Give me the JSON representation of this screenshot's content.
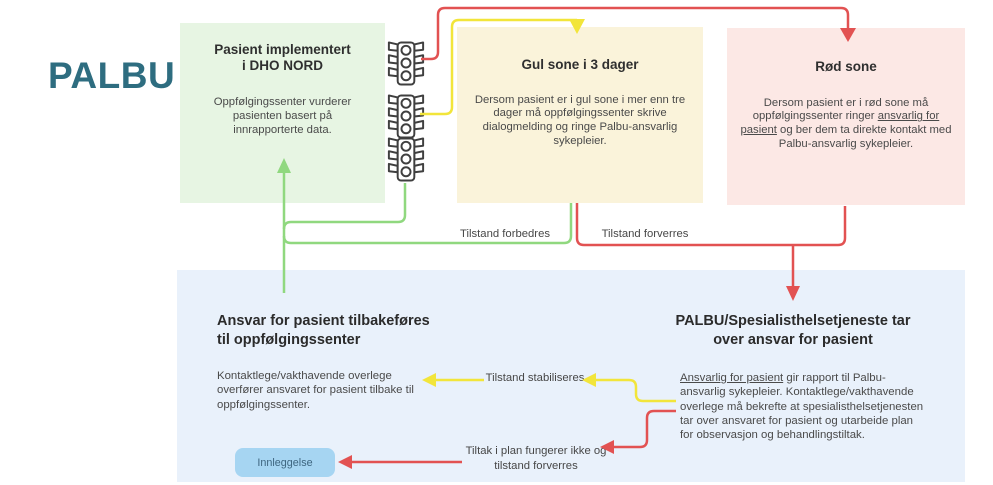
{
  "title": "PALBU",
  "colors": {
    "title_teal": "#2E6D80",
    "arrow_red": "#E25252",
    "arrow_yellow": "#F2E53A",
    "arrow_green": "#90D87F",
    "box_green_bg": "#E7F5E3",
    "box_yellow_bg": "#FAF3DA",
    "box_pink_bg": "#FCE8E5",
    "box_blue_bg": "#E9F1FB",
    "light_red": "#E42521",
    "light_amber": "#F2A91C",
    "light_green": "#72B747",
    "button_bg": "#A6D5F2",
    "button_text": "#3D657F"
  },
  "icons": {
    "traffic_lights": [
      "traffic-light-red-icon",
      "traffic-light-yellow-icon",
      "traffic-light-green-icon"
    ]
  },
  "green_box": {
    "heading_line1": "Pasient implementert",
    "heading_line2": "i DHO NORD",
    "body": "Oppfølgingssenter vurderer pasienten basert på innrapporterte data."
  },
  "yellow_box": {
    "heading": "Gul sone i 3 dager",
    "body": "Dersom pasient er i gul sone i mer enn tre dager må oppfølgingssenter skrive dialogmelding og ringe Palbu-ansvarlig sykepleier."
  },
  "red_box": {
    "heading": "Rød sone",
    "body_pre": "Dersom pasient er i rød sone må oppfølgingssenter ringer ",
    "body_underlined": "ansvarlig for pasient",
    "body_post": " og ber dem ta direkte kontakt med Palbu-ansvarlig sykepleier."
  },
  "flow_labels": {
    "improves": "Tilstand forbedres",
    "worsens": "Tilstand forverres",
    "stabilizes": "Tilstand stabiliseres",
    "plan_fails": "Tiltak i plan fungerer ikke og tilstand forverres"
  },
  "transfer_back_section": {
    "heading_line1": "Ansvar for pasient tilbakeføres",
    "heading_line2": "til oppfølgingssenter",
    "body": "Kontaktlege/vakthavende overlege overfører ansvaret for pasient tilbake til oppfølgingssenter."
  },
  "takeover_section": {
    "heading_line1": "PALBU/Spesialisthelsetjeneste tar",
    "heading_line2": "over ansvar for pasient",
    "body_underlined": "Ansvarlig for pasient",
    "body_rest": " gir rapport til Palbu-ansvarlig sykepleier. Kontaktlege/vakthavende overlege må bekrefte at spesialisthelsetjenesten tar over ansvaret for pasient og utarbeide plan for observasjon og behandlingstiltak."
  },
  "button": {
    "label": "Innleggelse"
  }
}
